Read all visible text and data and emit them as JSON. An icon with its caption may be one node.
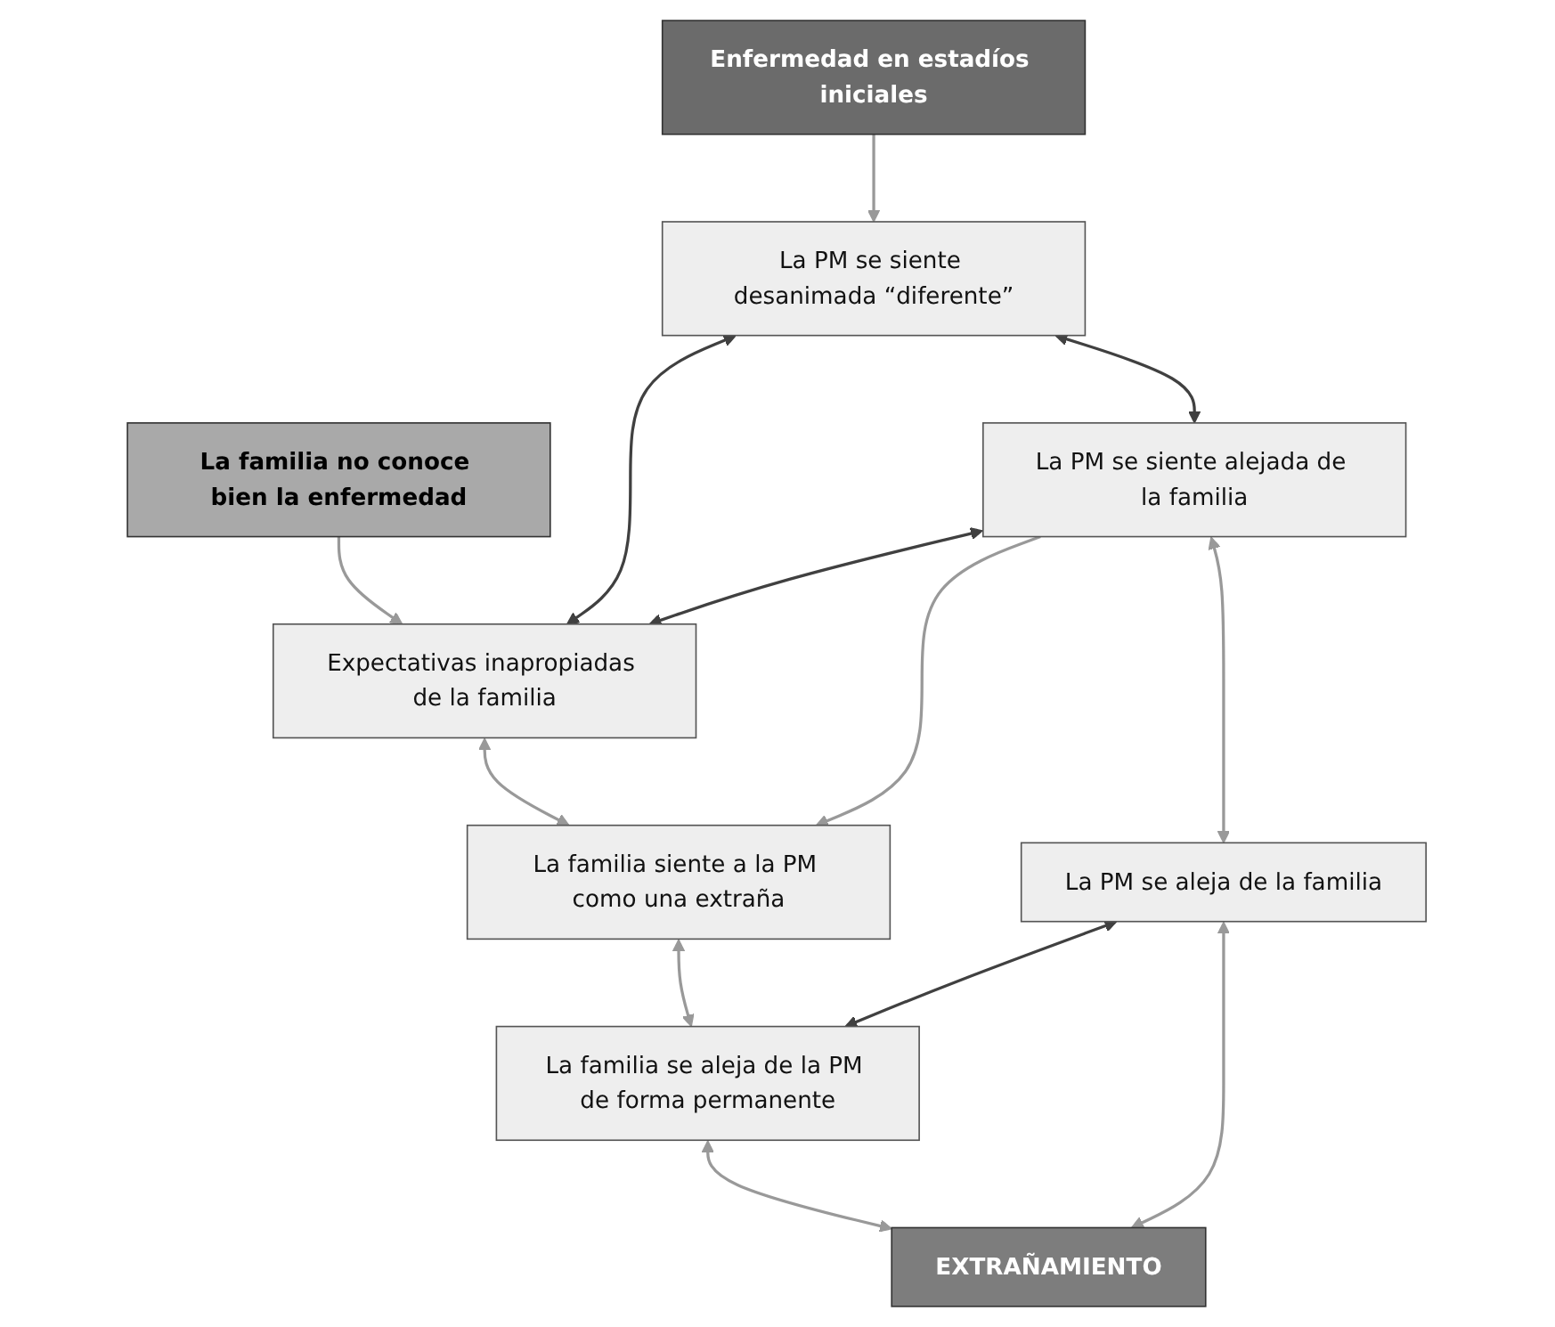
{
  "diagram": {
    "nodes": [
      {
        "text": [
          "Enfermedad en estadíos iniciales"
        ]
      },
      {
        "text": [
          "La familia no conoce bien la enfermedad"
        ]
      },
      {
        "text": [
          "La PM se siente desanimada “diferente”"
        ]
      },
      {
        "text": [
          "Expectativas inapropiadas de la familia"
        ]
      },
      {
        "text": [
          "La PM se siente alejada de la familia"
        ]
      },
      {
        "text": [
          "La familia siente a la PM como una extraña"
        ]
      },
      {
        "text": [
          "La PM se aleja de la familia"
        ]
      },
      {
        "text": [
          "La familia se aleja de la PM de forma permanente"
        ]
      },
      {
        "text": [
          "EXTRAÑAMIENTO"
        ]
      }
    ],
    "edges": [
      {
        "from": 0,
        "to": 2,
        "arrow": "to"
      },
      {
        "from": 1,
        "to": 3,
        "arrow": "to"
      },
      {
        "from": 2,
        "to": 3,
        "arrow": "both",
        "color": "#404040"
      },
      {
        "from": 2,
        "to": 4,
        "arrow": "both",
        "color": "#404040"
      },
      {
        "from": 4,
        "to": 3,
        "arrow": "both",
        "color": "#404040"
      },
      {
        "from": 3,
        "to": 5,
        "arrow": "both"
      },
      {
        "from": 4,
        "to": 5,
        "arrow": "to"
      },
      {
        "from": 4,
        "to": 6,
        "arrow": "both"
      },
      {
        "from": 5,
        "to": 7,
        "arrow": "both"
      },
      {
        "from": 6,
        "to": 7,
        "arrow": "both",
        "color": "#404040"
      },
      {
        "from": 6,
        "to": 8,
        "arrow": "both"
      },
      {
        "from": 7,
        "to": 8,
        "arrow": "both"
      }
    ]
  }
}
